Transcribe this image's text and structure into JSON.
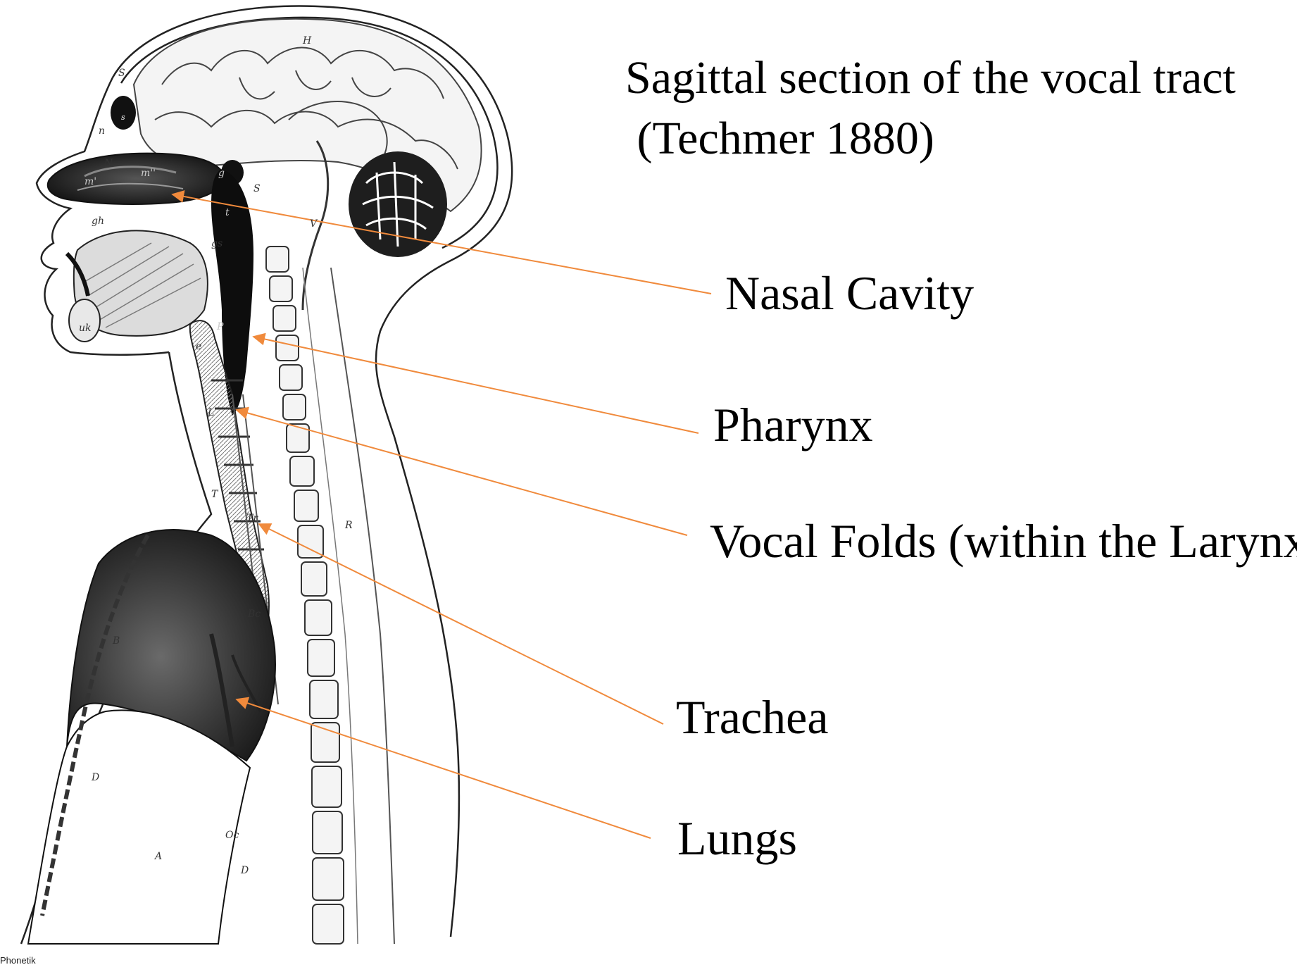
{
  "title": "Sagittal section of the vocal tract\n (Techmer 1880)",
  "credit": "Phonetik",
  "accent_color": "#f08a3c",
  "labels": [
    {
      "key": "nasal",
      "text": "Nasal Cavity"
    },
    {
      "key": "pharynx",
      "text": "Pharynx"
    },
    {
      "key": "vocal_folds",
      "text": "Vocal Folds (within the Larynx)"
    },
    {
      "key": "trachea",
      "text": "Trachea"
    },
    {
      "key": "lungs",
      "text": "Lungs"
    }
  ],
  "figure_letters": [
    "H",
    "S",
    "s",
    "n",
    "N",
    "m'",
    "m''",
    "gh",
    "g",
    "S",
    "V",
    "t",
    "gs",
    "P",
    "uk",
    "e",
    "L",
    "T",
    "Tr",
    "R",
    "B",
    "Bc",
    "D",
    "Oc",
    "A",
    "D"
  ]
}
